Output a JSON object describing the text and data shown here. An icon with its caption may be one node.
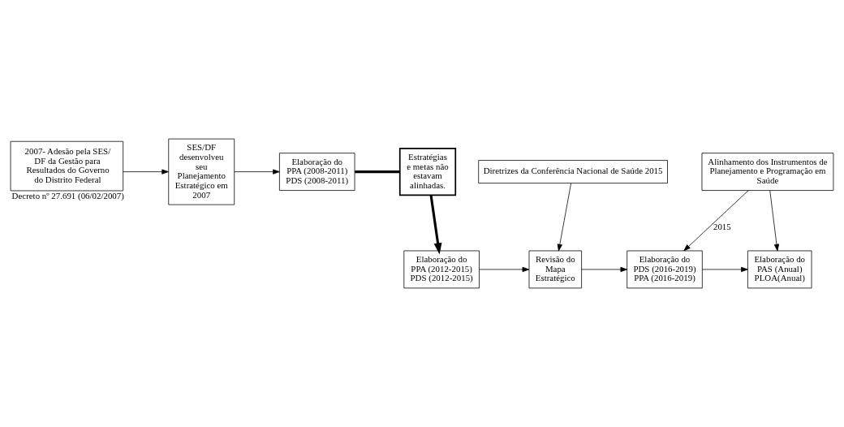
{
  "diagram": {
    "nodes": [
      {
        "text": [
          "2007- Adesão pela SES/ DF da Gestão para Resultados do Governo do Distrito Federal"
        ],
        "beside": [
          "Decreto nº 27.691 (06/02/2007)"
        ]
      },
      {
        "text": [
          "SES/DF desenvolveu seu Planejamento Estratégico em 2007"
        ]
      },
      {
        "text": [
          "Elaboração do PPA (2008-2011) PDS (2008-2011)"
        ]
      },
      {
        "text": [
          "Estratégias e metas não estavam alinhadas."
        ]
      },
      {
        "text": [
          "Elaboração do PPA (2012-2015) PDS (2012-2015)"
        ]
      },
      {
        "text": [
          "Revisão do Mapa Estratégico"
        ]
      },
      {
        "text": [
          "Elaboração do PDS (2016-2019) PPA (2016-2019)"
        ]
      },
      {
        "text": [
          "Elaboração do PAS (Anual) PLOA(Anual)"
        ]
      },
      {
        "text": [
          "Alinhamento dos Instrumentos de Planejamento e Programação em Saúde"
        ]
      },
      {
        "text": [
          "Diretrizes da Conferência Nacional de Saúde 2015"
        ]
      }
    ],
    "edges": [
      {
        "from": 0,
        "to": 1,
        "arrow": "to"
      },
      {
        "from": 1,
        "to": 2,
        "arrow": "to"
      },
      {
        "from": 2,
        "to": 3,
        "arrow": "none",
        "style": "thick"
      },
      {
        "from": 3,
        "to": 4,
        "arrow": "to",
        "style": "thick"
      },
      {
        "from": 4,
        "to": 5,
        "arrow": "to"
      },
      {
        "from": 5,
        "to": 6,
        "arrow": "to"
      },
      {
        "from": 6,
        "to": 7,
        "arrow": "to"
      },
      {
        "from": 9,
        "to": 5,
        "arrow": "to"
      },
      {
        "from": 8,
        "to": 7,
        "arrow": "to"
      },
      {
        "from": 8,
        "to": 6,
        "arrow": "to",
        "label": "2015"
      }
    ]
  }
}
